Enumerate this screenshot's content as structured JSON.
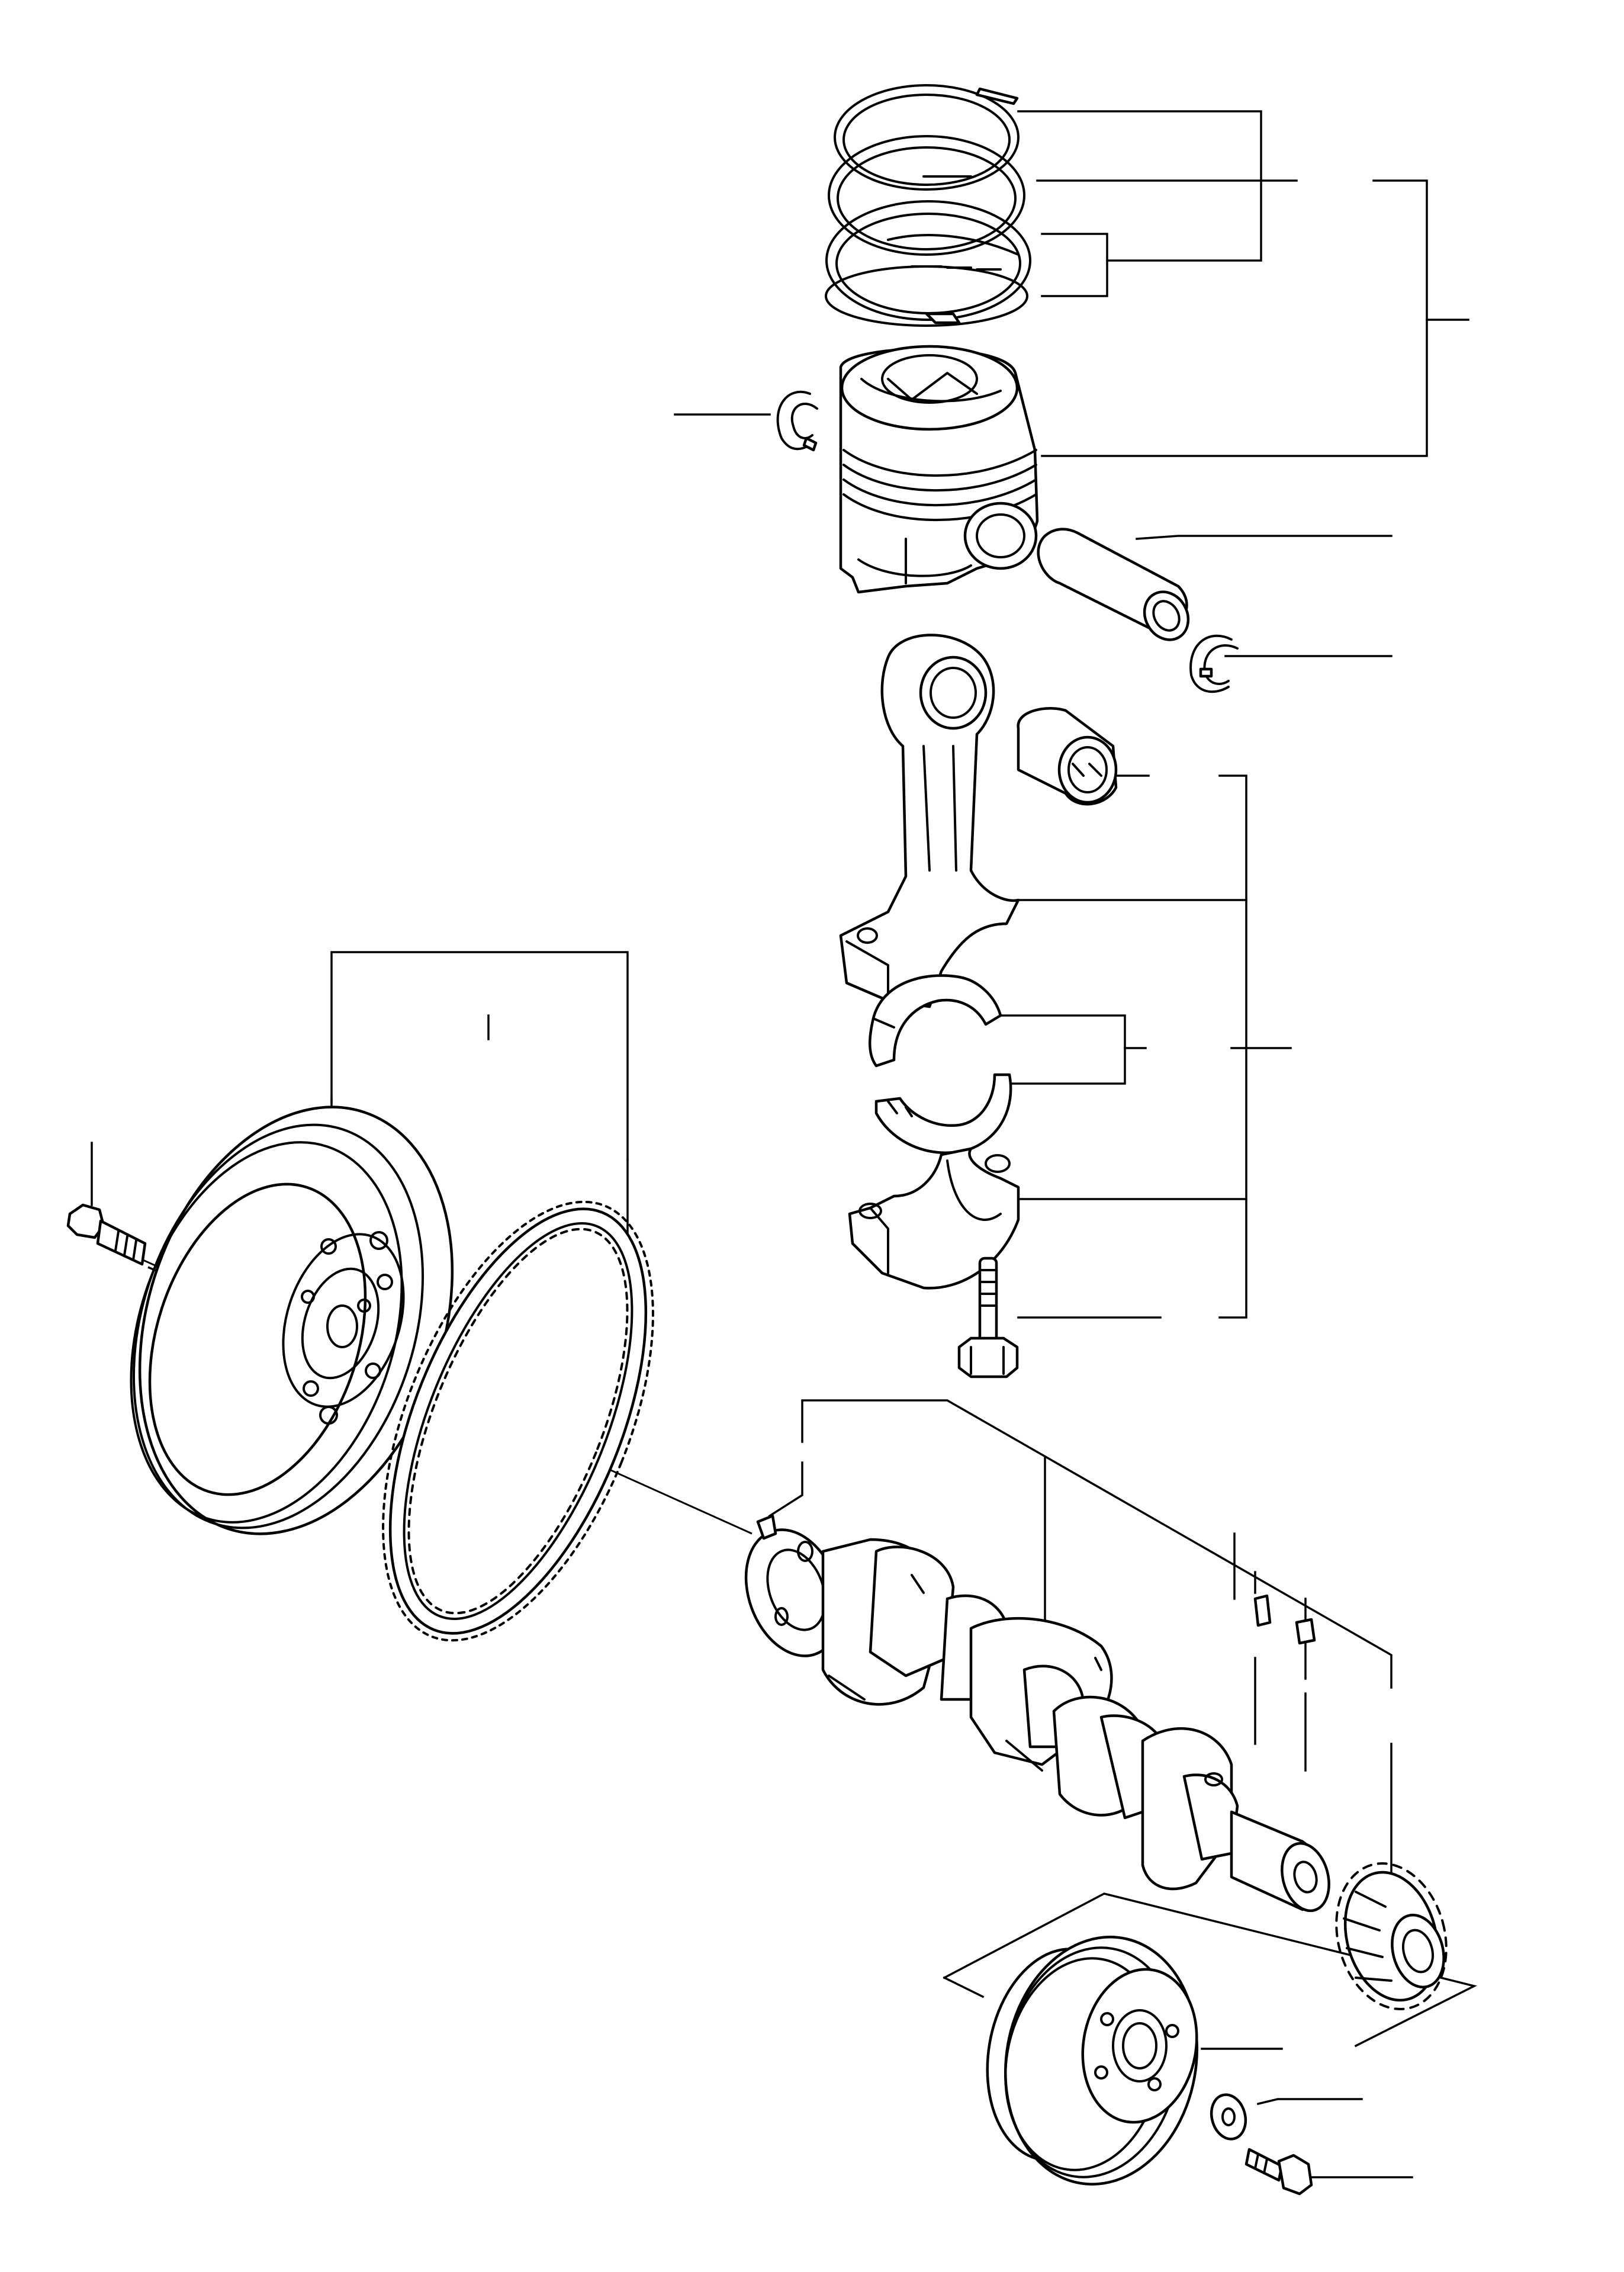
{
  "diagram": {
    "kind": "exploded parts diagram",
    "ink_color": "#000000",
    "background_color": "#ffffff",
    "parts": [
      {
        "id": "piston-ring-top"
      },
      {
        "id": "piston-ring-second"
      },
      {
        "id": "piston-ring-oil"
      },
      {
        "id": "piston"
      },
      {
        "id": "piston-pin-snap-ring-left"
      },
      {
        "id": "piston-pin"
      },
      {
        "id": "piston-pin-snap-ring-right"
      },
      {
        "id": "connecting-rod"
      },
      {
        "id": "small-end-bushing"
      },
      {
        "id": "connecting-rod-bearing-upper"
      },
      {
        "id": "connecting-rod-bearing-lower"
      },
      {
        "id": "connecting-rod-cap"
      },
      {
        "id": "connecting-rod-bolt"
      },
      {
        "id": "flywheel"
      },
      {
        "id": "flywheel-bolt"
      },
      {
        "id": "ring-gear"
      },
      {
        "id": "crankshaft"
      },
      {
        "id": "crankshaft-pilot-pin"
      },
      {
        "id": "crankshaft-key-a"
      },
      {
        "id": "crankshaft-key-b"
      },
      {
        "id": "crankshaft-timing-gear"
      },
      {
        "id": "crankshaft-pulley"
      },
      {
        "id": "pulley-washer"
      },
      {
        "id": "pulley-bolt"
      }
    ]
  }
}
